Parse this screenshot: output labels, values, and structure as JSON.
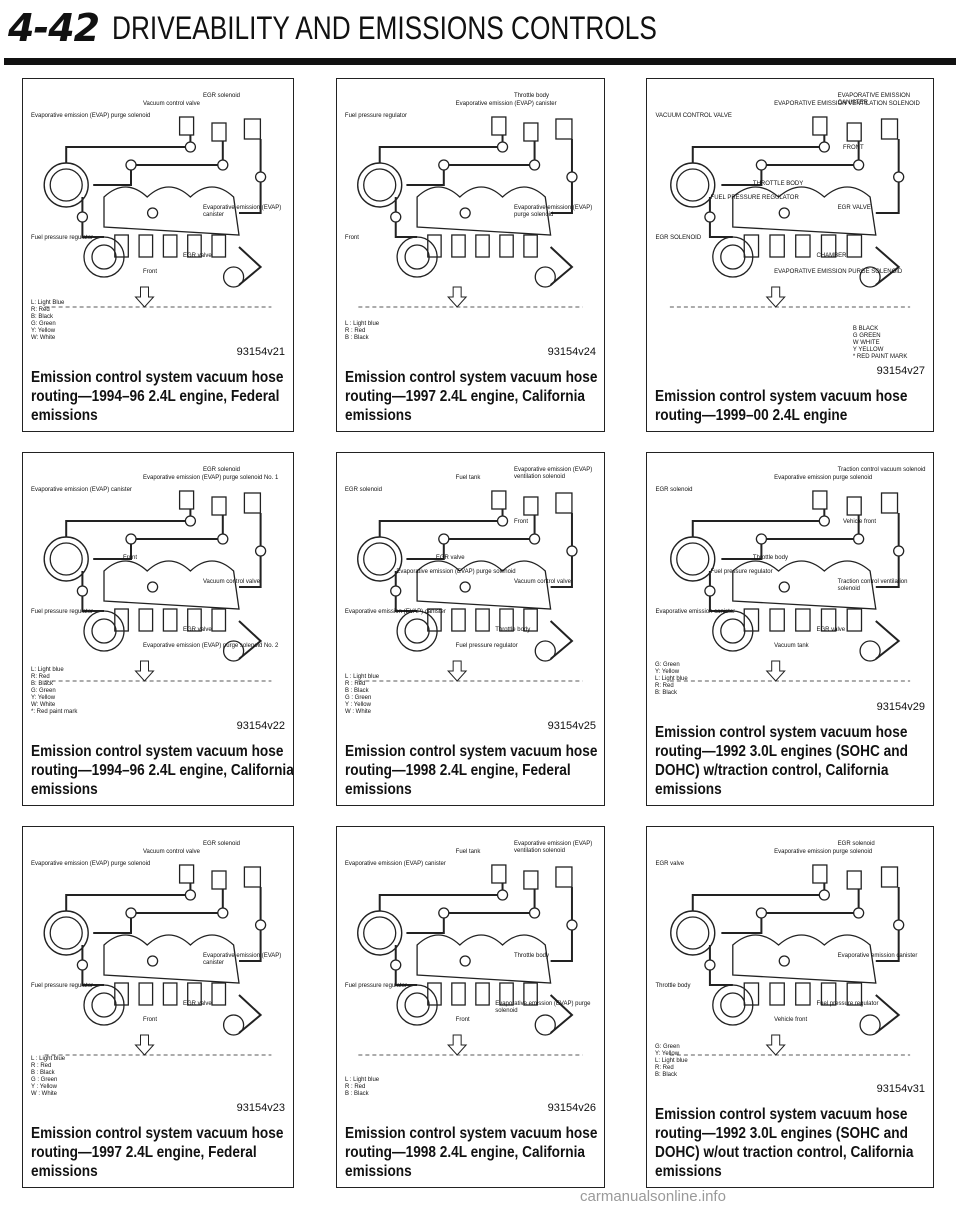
{
  "header": {
    "page_number": "4-42",
    "section_title": "DRIVEABILITY AND EMISSIONS CONTROLS"
  },
  "figures": [
    {
      "figure_number": "93154v21",
      "caption": [
        "Emission control system vacuum hose",
        "routing—1994–96 2.4L engine, Federal",
        "emissions"
      ],
      "labels": [
        "Vacuum control valve",
        "EGR solenoid",
        "Evaporative emission (EVAP) purge solenoid",
        "Evaporative emission (EVAP) canister",
        "Fuel pressure regulator",
        "EGR valve",
        "Front"
      ],
      "legend": [
        "L: Light Blue",
        "R: Red",
        "B: Black",
        "G: Green",
        "Y: Yellow",
        "W: White"
      ]
    },
    {
      "figure_number": "93154v24",
      "caption": [
        "Emission control system vacuum hose",
        "routing—1997 2.4L engine, California",
        "emissions"
      ],
      "labels": [
        "Evaporative emission (EVAP) canister",
        "Throttle body",
        "Fuel pressure regulator",
        "Evaporative emission (EVAP) purge solenoid",
        "Front"
      ],
      "legend": [
        "L : Light blue",
        "R : Red",
        "B : Black"
      ]
    },
    {
      "figure_number": "93154v27",
      "caption": [
        "Emission control system vacuum hose",
        "routing—1999–00 2.4L engine"
      ],
      "labels": [
        "EVAPORATIVE EMISSION VENTILATION SOLENOID",
        "EVAPORATIVE EMISSION CANISTER",
        "VACUUM CONTROL VALVE",
        "EGR VALVE",
        "EGR SOLENOID",
        "CHAMBER",
        "EVAPORATIVE EMISSION PURGE SOLENOID",
        "THROTTLE BODY",
        "FUEL PRESSURE REGULATOR",
        "FRONT"
      ],
      "legend": [
        "B BLACK",
        "G GREEN",
        "W WHITE",
        "Y YELLOW",
        "* RED PAINT MARK"
      ]
    },
    {
      "figure_number": "93154v22",
      "caption": [
        "Emission control system vacuum hose",
        "routing—1994–96 2.4L engine, California",
        "emissions"
      ],
      "labels": [
        "Evaporative emission (EVAP) purge solenoid No. 1",
        "EGR solenoid",
        "Evaporative emission (EVAP) canister",
        "Vacuum control valve",
        "Fuel pressure regulator",
        "EGR valve",
        "Evaporative emission (EVAP) purge solenoid No. 2",
        "Front"
      ],
      "legend": [
        "L: Light blue",
        "R: Red",
        "B: Black",
        "G: Green",
        "Y: Yellow",
        "W: White",
        "*: Red paint mark"
      ]
    },
    {
      "figure_number": "93154v25",
      "caption": [
        "Emission control system vacuum hose",
        "routing—1998 2.4L engine, Federal",
        "emissions"
      ],
      "labels": [
        "Fuel tank",
        "Evaporative emission (EVAP) ventilation solenoid",
        "EGR solenoid",
        "Vacuum control valve",
        "Evaporative emission (EVAP) canister",
        "Throttle body",
        "Fuel pressure regulator",
        "EGR valve",
        "Evaporative emission (EVAP) purge solenoid",
        "Front"
      ],
      "legend": [
        "L : Light blue",
        "R : Red",
        "B : Black",
        "G : Green",
        "Y : Yellow",
        "W : White"
      ]
    },
    {
      "figure_number": "93154v29",
      "caption": [
        "Emission control system vacuum hose",
        "routing—1992 3.0L engines (SOHC and",
        "DOHC) w/traction control, California",
        "emissions"
      ],
      "labels": [
        "Evaporative emission purge solenoid",
        "Traction control vacuum solenoid",
        "EGR solenoid",
        "Traction control ventilation solenoid",
        "Evaporative emission canister",
        "EGR valve",
        "Vacuum tank",
        "Throttle body",
        "Fuel pressure regulator",
        "Vehicle front"
      ],
      "legend": [
        "G: Green",
        "Y: Yellow",
        "L: Light blue",
        "R: Red",
        "B: Black"
      ]
    },
    {
      "figure_number": "93154v23",
      "caption": [
        "Emission control system vacuum hose",
        "routing—1997 2.4L engine, Federal",
        "emissions"
      ],
      "labels": [
        "Vacuum control valve",
        "EGR solenoid",
        "Evaporative emission (EVAP) purge solenoid",
        "Evaporative emission (EVAP) canister",
        "Fuel pressure regulator",
        "EGR valve",
        "Front"
      ],
      "legend": [
        "L : Light blue",
        "R : Red",
        "B : Black",
        "G : Green",
        "Y : Yellow",
        "W : White"
      ]
    },
    {
      "figure_number": "93154v26",
      "caption": [
        "Emission control system vacuum hose",
        "routing—1998 2.4L engine, California",
        "emissions"
      ],
      "labels": [
        "Fuel tank",
        "Evaporative emission (EVAP) ventilation solenoid",
        "Evaporative emission (EVAP) canister",
        "Throttle body",
        "Fuel pressure regulator",
        "Evaporative emission (EVAP) purge solenoid",
        "Front"
      ],
      "legend": [
        "L : Light blue",
        "R : Red",
        "B : Black"
      ]
    },
    {
      "figure_number": "93154v31",
      "caption": [
        "Emission control system vacuum hose",
        "routing—1992 3.0L engines (SOHC and",
        "DOHC) w/out traction control, California",
        "emissions"
      ],
      "labels": [
        "Evaporative emission purge solenoid",
        "EGR solenoid",
        "EGR valve",
        "Evaporative emission canister",
        "Throttle body",
        "Fuel pressure regulator",
        "Vehicle front"
      ],
      "legend": [
        "G: Green",
        "Y: Yellow",
        "L: Light blue",
        "R: Red",
        "B: Black"
      ]
    }
  ],
  "footer": {
    "watermark": "carmanualsonline.info"
  }
}
